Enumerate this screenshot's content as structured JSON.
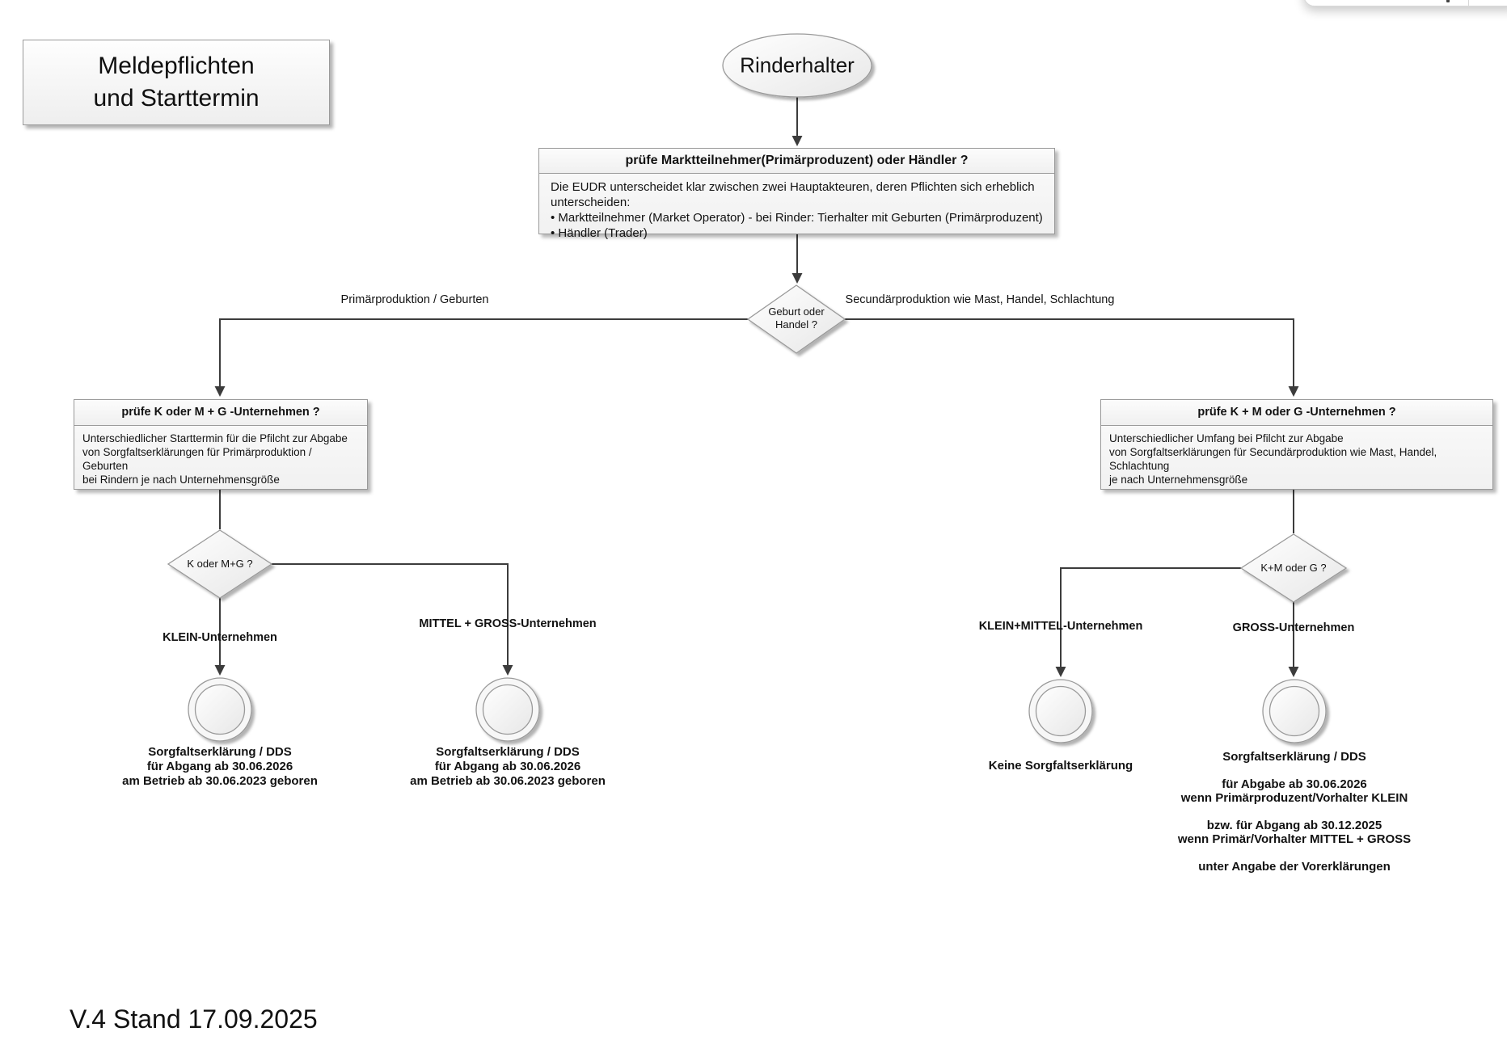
{
  "colors": {
    "background": "#ffffff",
    "line": "#3c3c3c",
    "box_border": "#9b9b9b",
    "shape_fill_light": "#ffffff",
    "shape_fill_dark": "#e7e7e7",
    "text": "#121212"
  },
  "title_box": {
    "line1": "Meldepflichten",
    "line2": "und Starttermin"
  },
  "version_note": "V.4 Stand 17.09.2025",
  "flowchart": {
    "start": {
      "label": "Rinderhalter"
    },
    "check_actor": {
      "header": "prüfe Marktteilnehmer(Primärproduzent) oder Händler ?",
      "body_lines": [
        "Die EUDR unterscheidet klar zwischen zwei Hauptakteuren, deren Pflichten sich erheblich unterscheiden:",
        "• Marktteilnehmer (Market Operator) - bei Rinder: Tierhalter mit Geburten (Primärproduzent)",
        "• Händler (Trader)"
      ]
    },
    "decision_birth_trade": {
      "line1": "Geburt oder",
      "line2": "Handel ?"
    },
    "edge_labels": {
      "primary": "Primärproduktion / Geburten",
      "secondary": "Secundärproduktion wie Mast, Handel, Schlachtung",
      "klein": "KLEIN-Unternehmen",
      "mittel_gross": "MITTEL + GROSS-Unternehmen",
      "klein_mittel": "KLEIN+MITTEL-Unternehmen",
      "gross": "GROSS-Unternehmen"
    },
    "check_primary": {
      "header": "prüfe K oder M + G -Unternehmen ?",
      "body_lines": [
        "Unterschiedlicher Starttermin für die Pfilcht zur Abgabe",
        "von Sorgfaltserklärungen für Primärproduktion / Geburten",
        "bei Rindern je nach Unternehmensgröße"
      ]
    },
    "check_secondary": {
      "header": "prüfe K + M oder G -Unternehmen ?",
      "body_lines": [
        "Unterschiedlicher Umfang bei Pfilcht zur Abgabe",
        "von Sorgfaltserklärungen für Secundärproduktion wie Mast, Handel, Schlachtung",
        "je nach Unternehmensgröße"
      ]
    },
    "decision_primary": {
      "label": "K oder M+G ?"
    },
    "decision_secondary": {
      "label": "K+M oder G ?"
    },
    "result_klein": {
      "lines": [
        "Sorgfaltserklärung / DDS",
        "für Abgang ab 30.06.2026",
        "am Betrieb ab 30.06.2023 geboren"
      ]
    },
    "result_mittel_gross": {
      "lines": [
        "Sorgfaltserklärung / DDS",
        "für Abgang ab 30.06.2026",
        "am Betrieb ab 30.06.2023 geboren"
      ]
    },
    "result_klein_mittel": {
      "lines": [
        "Keine Sorgfaltserklärung"
      ]
    },
    "result_gross": {
      "lines": [
        "Sorgfaltserklärung / DDS",
        "",
        "für Abgabe ab 30.06.2026",
        "wenn Primärproduzent/Vorhalter KLEIN",
        "",
        "bzw. für Abgang ab 30.12.2025",
        "wenn Primär/Vorhalter MITTEL + GROSS",
        "",
        "unter Angabe der Vorerklärungen"
      ]
    }
  }
}
